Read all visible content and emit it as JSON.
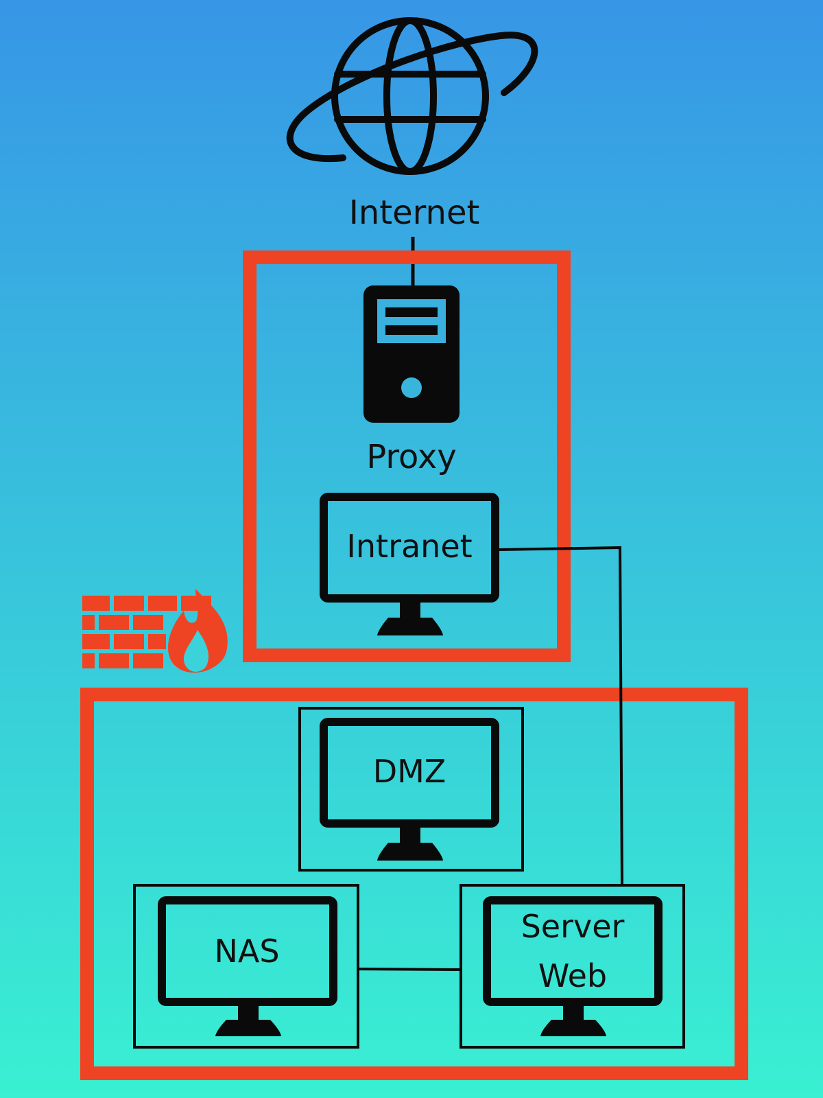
{
  "diagram": {
    "internet": {
      "label": "Internet",
      "icon": "globe-icon"
    },
    "proxy": {
      "label": "Proxy",
      "icon": "server-tower-icon"
    },
    "intranet": {
      "label": "Intranet",
      "icon": "monitor-icon"
    },
    "dmz": {
      "label": "DMZ",
      "icon": "monitor-icon"
    },
    "nas": {
      "label": "NAS",
      "icon": "monitor-icon"
    },
    "server_web": {
      "label_line1": "Server",
      "label_line2": "Web",
      "icon": "monitor-icon"
    },
    "firewall": {
      "icon": "firewall-icon"
    }
  },
  "colors": {
    "background_top": "#3796E6",
    "background_bottom": "#39F0D2",
    "zone_border": "#EF4423",
    "firewall": "#EF4423",
    "ink": "#0A0A0A"
  }
}
